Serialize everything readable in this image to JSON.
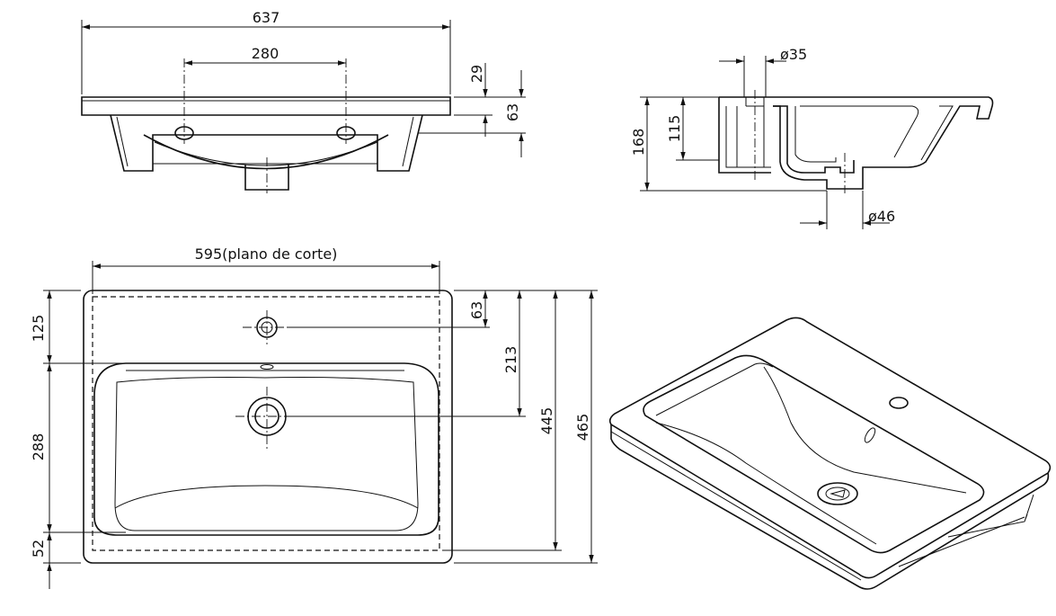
{
  "front_view": {
    "width": "637",
    "tap_spacing": "280",
    "rim_height": "29",
    "depth_to_drain": "63"
  },
  "side_view": {
    "tap_hole_diameter": "ø35",
    "total_height": "168",
    "inner_height": "115",
    "drain_diameter": "ø46"
  },
  "top_view": {
    "cut_width": "595(plano de corte)",
    "tap_offset_top": "125",
    "bowl_depth": "288",
    "front_margin": "52",
    "tap_to_edge": "63",
    "drain_position": "213",
    "cut_depth": "445",
    "overall_depth": "465"
  }
}
